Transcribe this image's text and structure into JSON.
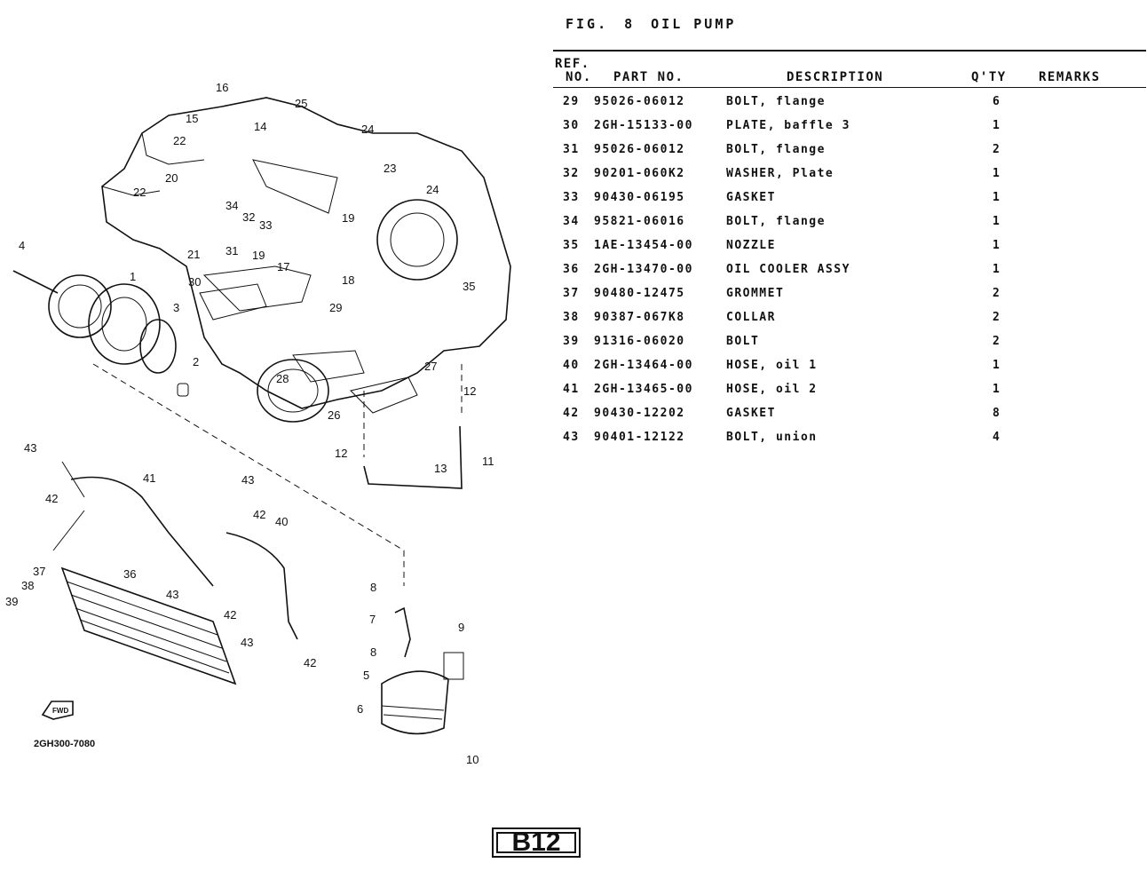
{
  "figure": {
    "label": "FIG.",
    "number": "8",
    "title": "OIL PUMP"
  },
  "columns": {
    "ref_line1": "REF.",
    "ref_line2": "NO.",
    "part_no": "PART NO.",
    "description": "DESCRIPTION",
    "qty": "Q'TY",
    "remarks": "REMARKS"
  },
  "parts": [
    {
      "ref": "29",
      "part_no": "95026-06012",
      "description": "BOLT, flange",
      "qty": "6",
      "remarks": ""
    },
    {
      "ref": "30",
      "part_no": "2GH-15133-00",
      "description": "PLATE, baffle 3",
      "qty": "1",
      "remarks": ""
    },
    {
      "ref": "31",
      "part_no": "95026-06012",
      "description": "BOLT, flange",
      "qty": "2",
      "remarks": ""
    },
    {
      "ref": "32",
      "part_no": "90201-060K2",
      "description": "WASHER, Plate",
      "qty": "1",
      "remarks": ""
    },
    {
      "ref": "33",
      "part_no": "90430-06195",
      "description": "GASKET",
      "qty": "1",
      "remarks": ""
    },
    {
      "ref": "34",
      "part_no": "95821-06016",
      "description": "BOLT, flange",
      "qty": "1",
      "remarks": ""
    },
    {
      "ref": "35",
      "part_no": "1AE-13454-00",
      "description": "NOZZLE",
      "qty": "1",
      "remarks": ""
    },
    {
      "ref": "36",
      "part_no": "2GH-13470-00",
      "description": "OIL COOLER ASSY",
      "qty": "1",
      "remarks": ""
    },
    {
      "ref": "37",
      "part_no": "90480-12475",
      "description": "GROMMET",
      "qty": "2",
      "remarks": ""
    },
    {
      "ref": "38",
      "part_no": "90387-067K8",
      "description": "COLLAR",
      "qty": "2",
      "remarks": ""
    },
    {
      "ref": "39",
      "part_no": "91316-06020",
      "description": "BOLT",
      "qty": "2",
      "remarks": ""
    },
    {
      "ref": "40",
      "part_no": "2GH-13464-00",
      "description": "HOSE, oil 1",
      "qty": "1",
      "remarks": ""
    },
    {
      "ref": "41",
      "part_no": "2GH-13465-00",
      "description": "HOSE, oil 2",
      "qty": "1",
      "remarks": ""
    },
    {
      "ref": "42",
      "part_no": "90430-12202",
      "description": "GASKET",
      "qty": "8",
      "remarks": ""
    },
    {
      "ref": "43",
      "part_no": "90401-12122",
      "description": "BOLT, union",
      "qty": "4",
      "remarks": ""
    }
  ],
  "diagram": {
    "code": "2GH300-7080",
    "fwd_label": "FWD",
    "callouts": [
      "1",
      "2",
      "3",
      "4",
      "5",
      "6",
      "7",
      "8",
      "8",
      "9",
      "10",
      "11",
      "12",
      "12",
      "13",
      "14",
      "15",
      "16",
      "17",
      "18",
      "19",
      "19",
      "20",
      "21",
      "22",
      "22",
      "23",
      "24",
      "24",
      "25",
      "26",
      "27",
      "28",
      "29",
      "30",
      "31",
      "32",
      "33",
      "34",
      "35",
      "36",
      "37",
      "38",
      "39",
      "40",
      "41",
      "42",
      "42",
      "42",
      "42",
      "43",
      "43",
      "43",
      "43"
    ]
  },
  "page": {
    "badge": "B12"
  }
}
